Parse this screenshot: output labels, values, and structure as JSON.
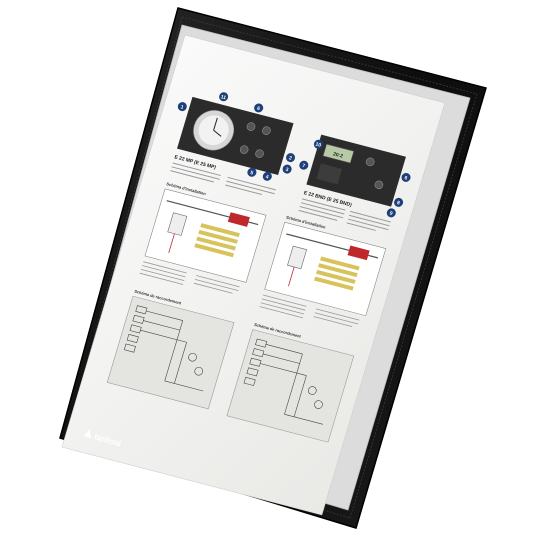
{
  "brand": {
    "logo_text": "tarifold"
  },
  "document": {
    "product_left": {
      "code": "E 22 MP (E 25 MP)"
    },
    "product_right": {
      "code": "E 22 BND (E 25 BND)"
    },
    "section_installation": "Schéma d'installation",
    "section_raccordement": "Schéma de raccordement",
    "callouts_left": [
      "1",
      "2",
      "3",
      "4",
      "5",
      "6",
      "11"
    ],
    "callouts_right": [
      "6",
      "7",
      "8",
      "9",
      "10"
    ],
    "display_digits": "20:2"
  },
  "colors": {
    "frame": "#111111",
    "paper": "#f3f3ef",
    "panel": "#2a2a2a",
    "callout": "#1f3f7a",
    "heater": "#d8c25a",
    "heater_red": "#c0272d"
  }
}
